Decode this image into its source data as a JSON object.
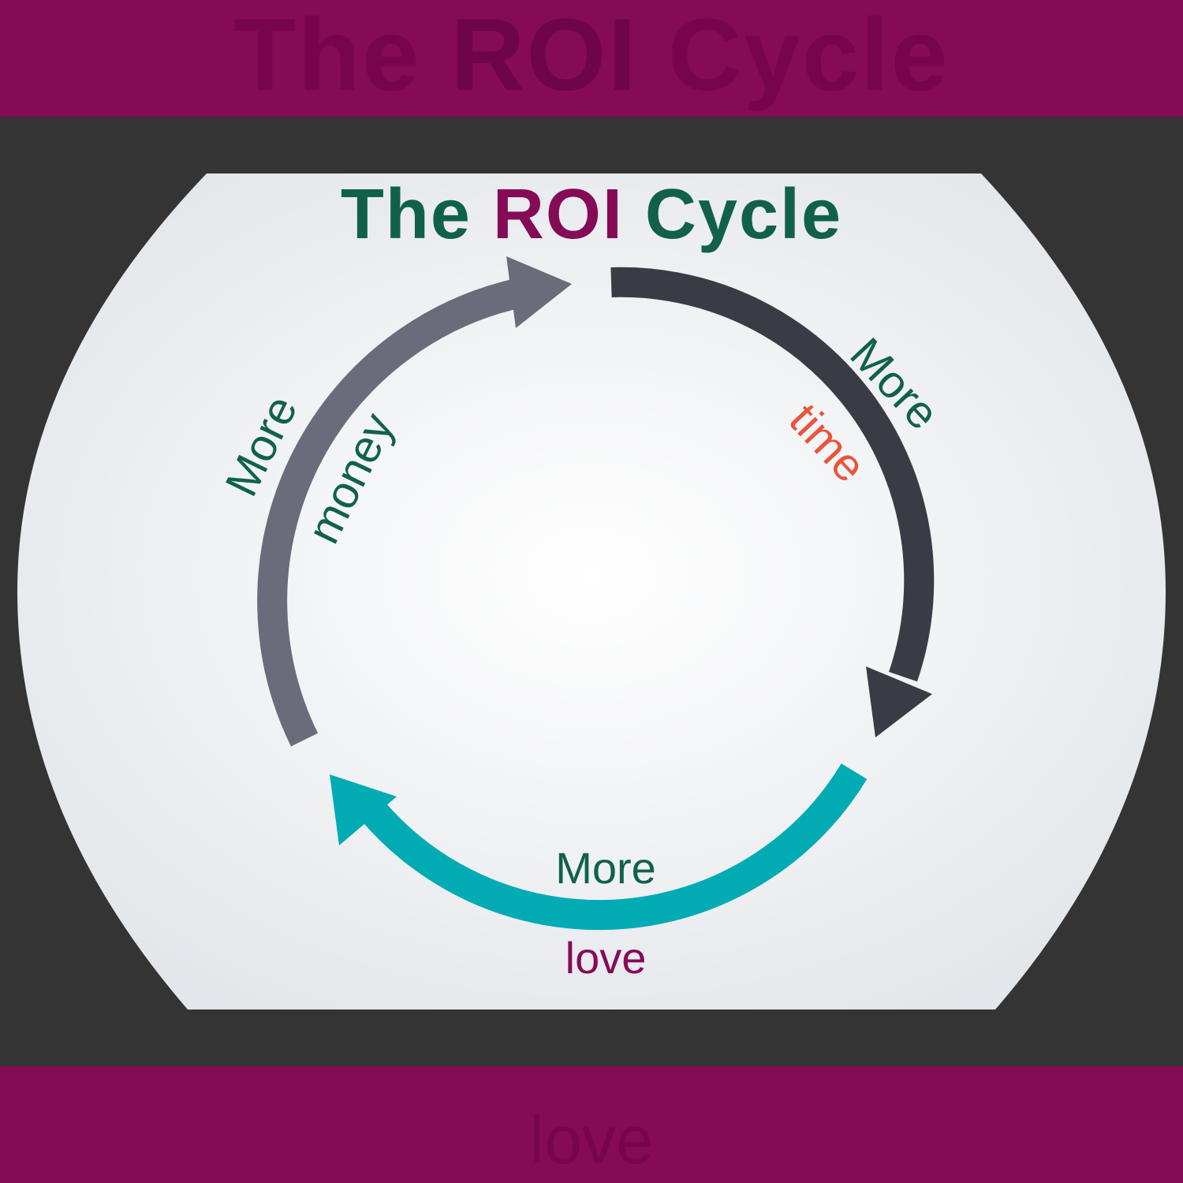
{
  "background": {
    "band_color": "#850b57",
    "frame_color": "#343434",
    "panel_color": "#eef0f3",
    "top_band_echo": [
      "The ",
      "ROI",
      " Cycle"
    ],
    "bottom_band_echo": "love"
  },
  "title": {
    "part1": "The ",
    "part2": "ROI",
    "part3": " Cycle",
    "color_main": "#11614a",
    "color_accent": "#850b57"
  },
  "cycle": {
    "arrows": [
      {
        "name": "time-arrow",
        "color": "#3a3c45",
        "word1": "More",
        "word2": "time",
        "word1_color": "#11614a",
        "word2_color": "#e8553c"
      },
      {
        "name": "love-arrow",
        "color": "#00abb4",
        "word1": "More",
        "word2": "love",
        "word1_color": "#11614a",
        "word2_color": "#850b57"
      },
      {
        "name": "money-arrow",
        "color": "#6b6b7b",
        "word1": "More",
        "word2": "money",
        "word1_color": "#11614a",
        "word2_color": "#11614a"
      }
    ]
  }
}
